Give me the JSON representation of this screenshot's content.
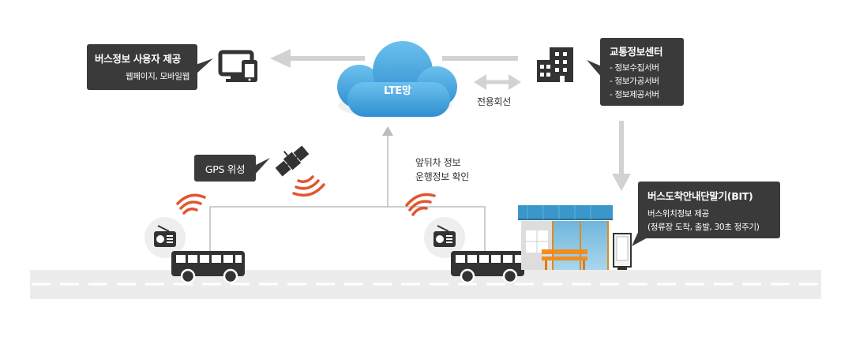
{
  "user_box": {
    "title": "버스정보 사용자 제공",
    "subtitle": "웹페이지, 모바일웹"
  },
  "traffic_center": {
    "title": "교통정보센터",
    "items": [
      "- 정보수집서버",
      "- 정보가공서버",
      "- 정보제공서버"
    ]
  },
  "cloud": {
    "label": "LTE망"
  },
  "dedicated_line": "전용회선",
  "gps": {
    "label": "GPS 위성"
  },
  "bus_info": {
    "line1": "앞뒤차 정보",
    "line2": "운행정보 확인"
  },
  "bit": {
    "title": "버스도착안내단말기(BIT)",
    "line1": "버스위치정보 제공",
    "line2": "(정류장 도착, 출발, 30초 정주기)"
  },
  "colors": {
    "cloud": "#4aa8df",
    "signal": "#e2552f",
    "dark_box": "#3a3a3a",
    "arrow": "#cfcfcf",
    "road": "#ececec",
    "shelter": "#3b97c9",
    "bench": "#f28c1e"
  }
}
